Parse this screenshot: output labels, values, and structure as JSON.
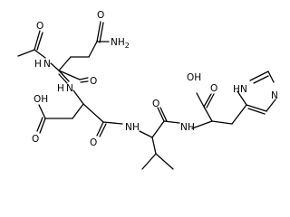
{
  "structure": {
    "atom_labels": {
      "nh_acetyl": "N",
      "h_acetyl": "H",
      "o_acetyl": "O",
      "o_amide_top": "O",
      "nh2_amide": "NH",
      "nh2_sub": "2",
      "o_gln_carbonyl": "O",
      "nh_asp": "N",
      "h_asp": "H",
      "oh_asp_side": "OH",
      "o_asp_side": "O",
      "o_asp_carbonyl": "O",
      "nh_val": "N",
      "h_val": "H",
      "o_val_carbonyl": "O",
      "nh_his": "N",
      "h_his": "H",
      "oh_acid": "OH",
      "o_acid": "O",
      "nh_ring": "N",
      "h_ring": "H",
      "n_ring": "N"
    }
  },
  "colors": {
    "bond": "#000000",
    "text": "#000000",
    "background": "#ffffff"
  }
}
